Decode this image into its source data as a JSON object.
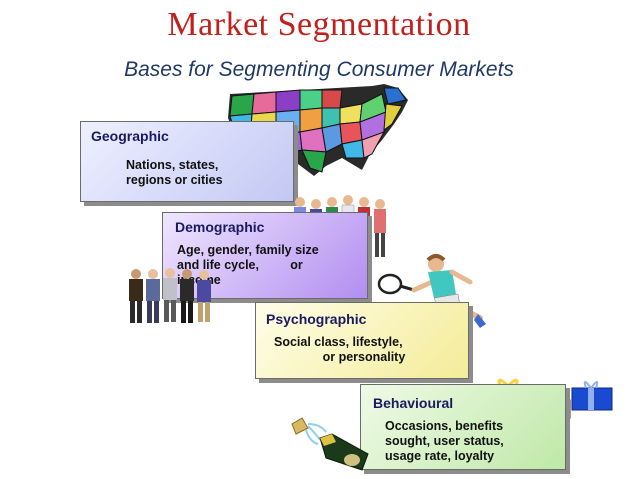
{
  "title": "Market Segmentation",
  "subtitle": "Bases for Segmenting Consumer Markets",
  "segments": [
    {
      "label": "Geographic",
      "text": "Nations, states,\nregions or cities"
    },
    {
      "label": "Demographic",
      "text": "Age, gender, family size\nand life cycle,         or\nincome"
    },
    {
      "label": "Psychographic",
      "text": "Social class, lifestyle,\n              or personality"
    },
    {
      "label": "Behavioural",
      "text": "Occasions, benefits\nsought, user status,\nusage rate, loyalty"
    }
  ],
  "colors": {
    "title": "#c0201e",
    "subtitle": "#1f3864",
    "geographic_box": "#c3c8f4",
    "demographic_box": "#b28ef0",
    "psychographic_box": "#f3ec98",
    "behavioural_box": "#bfe8a8"
  },
  "icons": [
    "us-map-icon",
    "family-group-icon",
    "business-people-icon",
    "tennis-player-icon",
    "gift-boxes-icon",
    "champagne-bottle-icon"
  ]
}
